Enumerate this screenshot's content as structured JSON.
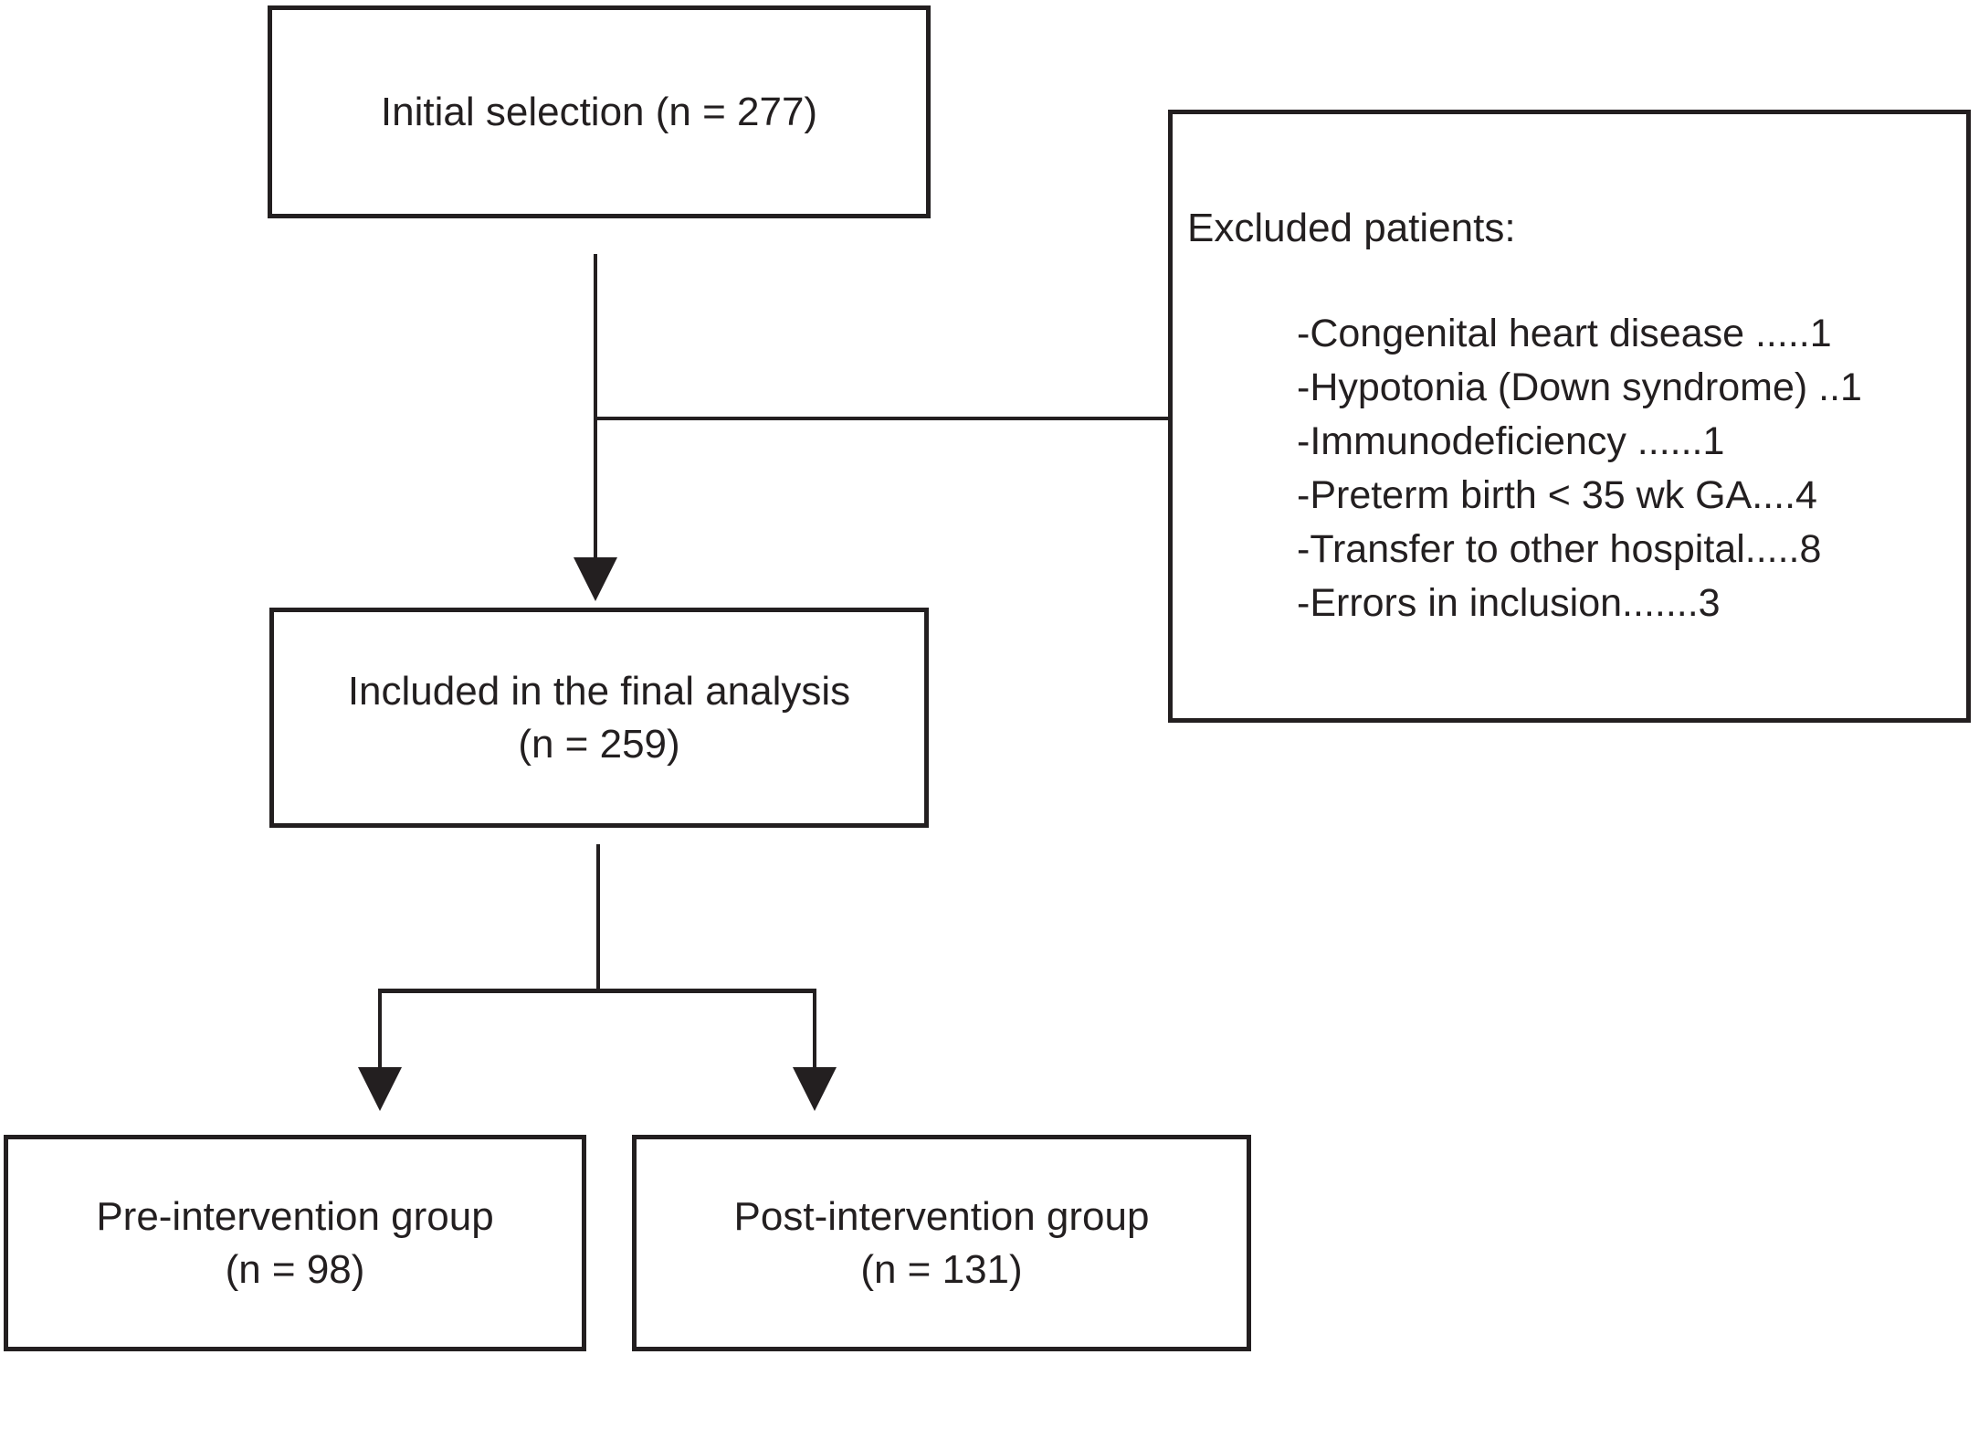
{
  "figure": {
    "type": "flowchart",
    "ink_color": "#231f20",
    "background_color": "#ffffff",
    "nodes": {
      "initial": {
        "label": "Initial selection (n = 277)"
      },
      "included": {
        "line1": "Included in the final analysis",
        "line2": "(n = 259)"
      },
      "pre_intervention": {
        "line1": "Pre-intervention group",
        "line2": "(n = 98)"
      },
      "post_intervention": {
        "line1": "Post-intervention group",
        "line2": "(n = 131)"
      },
      "excluded": {
        "title": "Excluded patients:",
        "items": [
          "-Congenital heart disease .....1",
          "-Hypotonia (Down syndrome) ..1",
          "-Immunodeficiency ......1",
          "-Preterm birth < 35 wk GA....4",
          "-Transfer to other hospital.....8",
          "-Errors in inclusion.......3"
        ]
      }
    }
  }
}
